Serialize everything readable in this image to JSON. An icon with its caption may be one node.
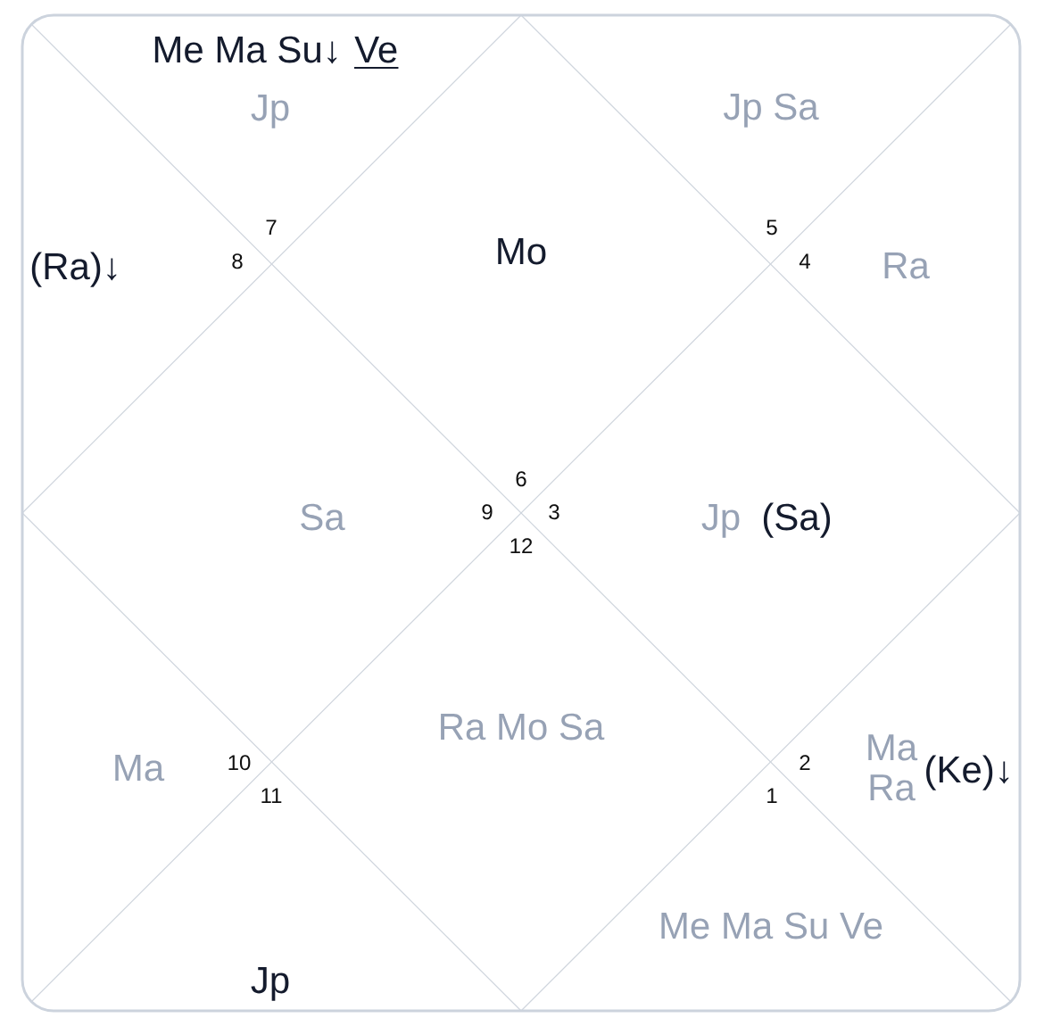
{
  "diagram": {
    "nodes": [
      {
        "text": [
          "Me Ma Su↓",
          "Ve",
          "Jp",
          "7"
        ]
      },
      {
        "text": [
          "Mo",
          "6"
        ]
      },
      {
        "text": [
          "Jp Sa",
          "5"
        ]
      },
      {
        "text": [
          "(Ra)↓",
          "8"
        ]
      },
      {
        "text": [
          "4",
          "Ra"
        ]
      },
      {
        "text": [
          "Sa",
          "9"
        ]
      },
      {
        "text": [
          "3",
          "Jp",
          "(Sa)"
        ]
      },
      {
        "text": [
          "Ma",
          "10"
        ]
      },
      {
        "text": [
          "2",
          "Ma Ra",
          "(Ke)↓"
        ]
      },
      {
        "text": [
          "12",
          "Ra Mo Sa"
        ]
      },
      {
        "text": [
          "11",
          "Jp"
        ]
      },
      {
        "text": [
          "1",
          "Me Ma Su Ve"
        ]
      }
    ]
  }
}
